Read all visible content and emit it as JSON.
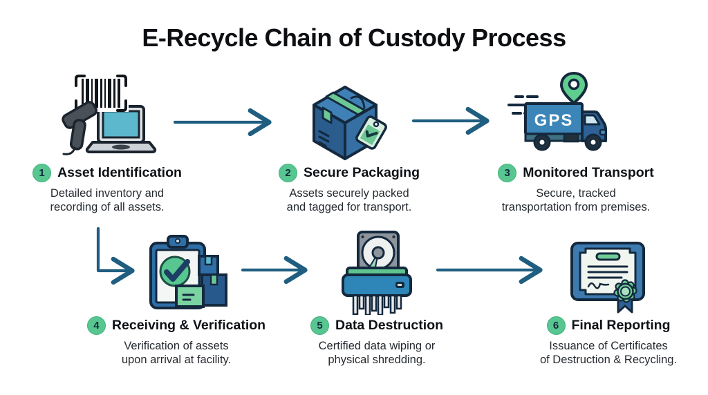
{
  "title": "E-Recycle Chain of Custody Process",
  "colors": {
    "arrow": "#1f5e80",
    "badge_green": "#57c690",
    "icon_blue": "#2f6ea6",
    "icon_dark_blue": "#28598c",
    "icon_teal": "#5cb8cd",
    "icon_mint": "#6cc795",
    "outline": "#14293e",
    "title_text": "#0d0f12",
    "body_text": "#262b31"
  },
  "steps": [
    {
      "number": "1",
      "title": "Asset Identification",
      "description": "Detailed inventory and\nrecording of all assets.",
      "icon": "barcode-scanner-laptop"
    },
    {
      "number": "2",
      "title": "Secure Packaging",
      "description": "Assets securely packed\nand tagged for transport.",
      "icon": "tagged-package-box"
    },
    {
      "number": "3",
      "title": "Monitored Transport",
      "description": "Secure, tracked\ntransportation from premises.",
      "icon": "gps-truck",
      "icon_label": "GPS"
    },
    {
      "number": "4",
      "title": "Receiving & Verification",
      "description": "Verification of assets\nupon arrival at facility.",
      "icon": "clipboard-checklist-boxes"
    },
    {
      "number": "5",
      "title": "Data Destruction",
      "description": "Certified data wiping or\nphysical shredding.",
      "icon": "hard-drive-shredder"
    },
    {
      "number": "6",
      "title": "Final Reporting",
      "description": "Issuance of Certificates\nof Destruction & Recycling.",
      "icon": "certificate-seal"
    }
  ]
}
